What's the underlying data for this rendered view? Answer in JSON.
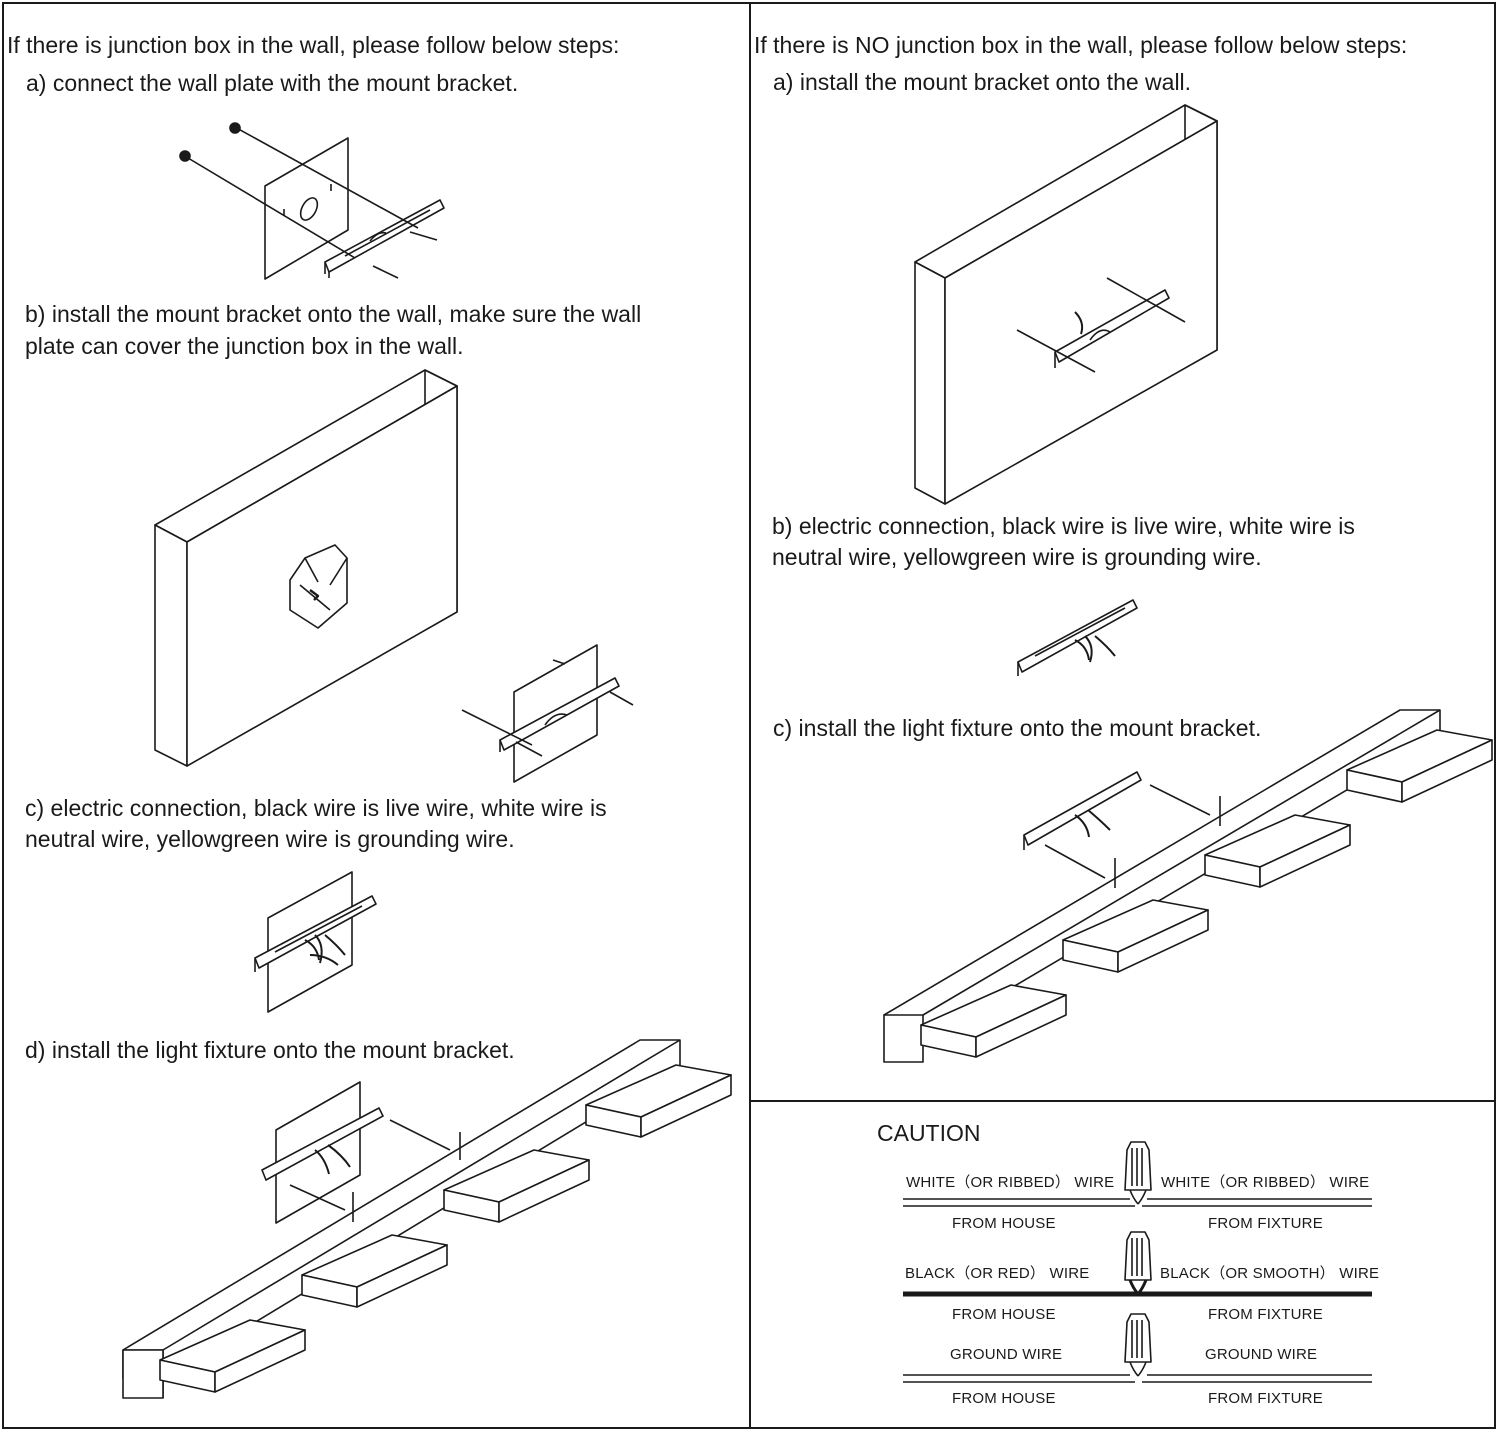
{
  "left_panel": {
    "title": "If there is junction box in the wall, please follow below steps:",
    "steps": [
      {
        "label": "a) connect the wall plate with the mount bracket."
      },
      {
        "line1": "b) install the mount bracket onto the wall, make sure the wall",
        "line2": "plate can cover the junction box in the wall."
      },
      {
        "line1": "c) electric connection, black wire is live wire, white wire is",
        "line2": "neutral wire, yellowgreen wire is grounding wire."
      },
      {
        "label": "d) install the light fixture onto the mount bracket."
      }
    ]
  },
  "right_panel": {
    "title": "If there is NO junction box in the wall, please follow below steps:",
    "steps": [
      {
        "label": "a) install the mount bracket onto the wall."
      },
      {
        "line1": "b) electric connection, black wire is live wire, white wire is",
        "line2": "neutral wire, yellowgreen wire is grounding wire."
      },
      {
        "label": "c) install the light fixture onto the mount bracket."
      }
    ]
  },
  "caution": {
    "title": "CAUTION",
    "rows": [
      {
        "left_label": "WHITE（OR RIBBED） WIRE",
        "right_label": "WHITE（OR RIBBED） WIRE",
        "left_sub": "FROM HOUSE",
        "right_sub": "FROM FIXTURE",
        "style": "double"
      },
      {
        "left_label": "BLACK（OR RED） WIRE",
        "right_label": "BLACK（OR SMOOTH） WIRE",
        "left_sub": "FROM HOUSE",
        "right_sub": "FROM FIXTURE",
        "style": "thick"
      },
      {
        "left_label": "GROUND WIRE",
        "right_label": "GROUND WIRE",
        "left_sub": "FROM HOUSE",
        "right_sub": "FROM FIXTURE",
        "style": "double"
      }
    ]
  },
  "colors": {
    "line": "#1a1a1a",
    "background": "#ffffff"
  }
}
